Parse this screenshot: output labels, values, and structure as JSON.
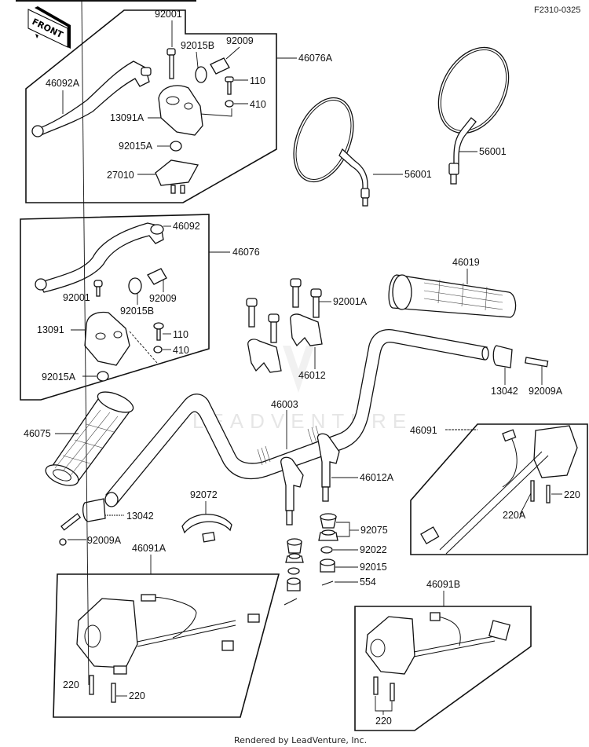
{
  "diagram": {
    "code": "F2310-0325",
    "front_badge": "FRONT",
    "watermark": "LEADVENTURE",
    "footer": "Rendered by LeadVenture, Inc."
  },
  "groups": {
    "clutch_lever_assy_a": {
      "assembly": "46076A",
      "parts": [
        "92001",
        "92015B",
        "92009",
        "46092A",
        "110",
        "410",
        "13091A",
        "92015A",
        "27010"
      ]
    },
    "clutch_lever_assy": {
      "assembly": "46076",
      "parts": [
        "46092",
        "92001",
        "92009",
        "92015B",
        "13091",
        "110",
        "410",
        "92015A"
      ]
    },
    "mirrors": {
      "parts": [
        "56001",
        "56001"
      ]
    },
    "handlebar": {
      "parts": [
        "46019",
        "92001A",
        "46012",
        "13042",
        "92009A",
        "46003",
        "46075",
        "13042",
        "92009A",
        "92072",
        "46012A",
        "92075",
        "92022",
        "92015",
        "554"
      ]
    },
    "switch_assy_right": {
      "assembly": "46091",
      "parts": [
        "220A",
        "220"
      ]
    },
    "switch_assy_left_a": {
      "assembly": "46091A",
      "parts": [
        "220",
        "220"
      ]
    },
    "switch_assy_left_b": {
      "assembly": "46091B",
      "parts": [
        "220"
      ]
    }
  },
  "labels": {
    "p92001_a": "92001",
    "p92015B_a": "92015B",
    "p92009_a": "92009",
    "p46076A": "46076A",
    "p46092A": "46092A",
    "p110_a": "110",
    "p410_a": "410",
    "p13091A": "13091A",
    "p92015A_a": "92015A",
    "p27010": "27010",
    "p56001_l": "56001",
    "p56001_r": "56001",
    "p46092": "46092",
    "p46076": "46076",
    "p92001_b": "92001",
    "p92009_b": "92009",
    "p92015B_b": "92015B",
    "p13091": "13091",
    "p110_b": "110",
    "p410_b": "410",
    "p92015A_b": "92015A",
    "p46019": "46019",
    "p92001A": "92001A",
    "p46012": "46012",
    "p13042_r": "13042",
    "p92009A_r": "92009A",
    "p46003": "46003",
    "p46075": "46075",
    "p46091": "46091",
    "p46012A": "46012A",
    "p220_r": "220",
    "p220A": "220A",
    "p13042_l": "13042",
    "p92072": "92072",
    "p92009A_l": "92009A",
    "p46091A": "46091A",
    "p92075": "92075",
    "p92022": "92022",
    "p92015": "92015",
    "p554": "554",
    "p46091B": "46091B",
    "p220_la1": "220",
    "p220_la2": "220",
    "p220_lb": "220"
  }
}
